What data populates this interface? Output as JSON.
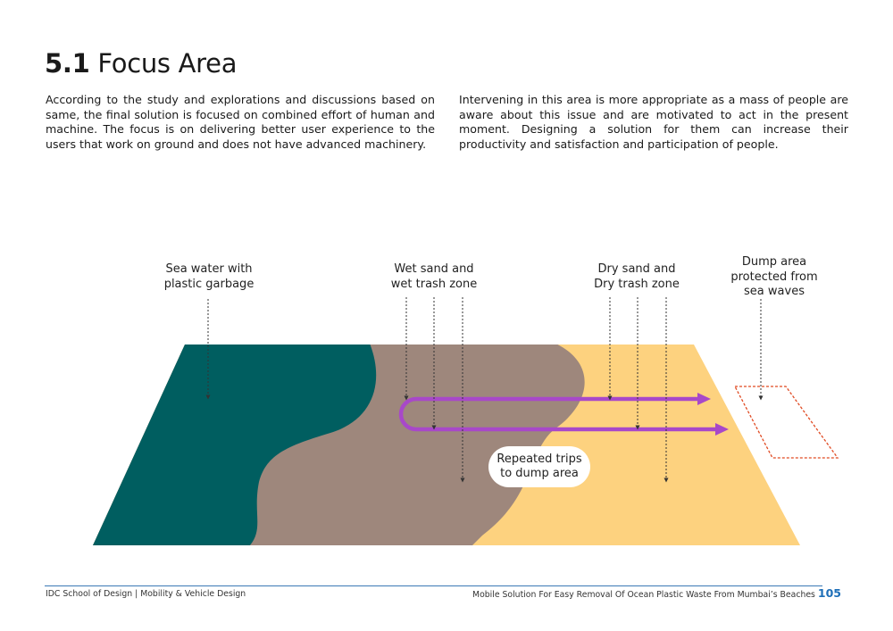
{
  "header": {
    "section_number": "5.1",
    "section_title": "Focus Area"
  },
  "intro": {
    "left_paragraph": "According to the study and explorations and discussions based on same, the final solution is focused on combined effort of human and machine. The focus is on delivering better user experience to the users that work on ground and does not have advanced machinery.",
    "right_paragraph": "Intervening in this area is more appropriate as a mass of people are aware about this issue and are motivated to act in the present moment. Designing a solution for them can increase their productivity and satisfaction and participation of people."
  },
  "diagram": {
    "labels": {
      "sea_line1": "Sea water with",
      "sea_line2": "plastic garbage",
      "wet_line1": "Wet sand and",
      "wet_line2": "wet trash zone",
      "dry_line1": "Dry sand and",
      "dry_line2": "Dry trash zone",
      "dump_line1": "Dump area",
      "dump_line2": "protected from",
      "dump_line3": "sea waves"
    },
    "callout": {
      "line1": "Repeated trips",
      "line2": "to dump area"
    },
    "colors": {
      "sea": "#005e60",
      "wet_sand": "#9e877c",
      "dry_sand": "#fdd27f",
      "route": "#a848c9",
      "dump_outline": "#e04a22"
    }
  },
  "footer": {
    "left": "IDC School of Design | Mobility & Vehicle Design",
    "right": "Mobile Solution For Easy Removal Of Ocean Plastic Waste From Mumbai’s Beaches",
    "page_number": "105"
  }
}
